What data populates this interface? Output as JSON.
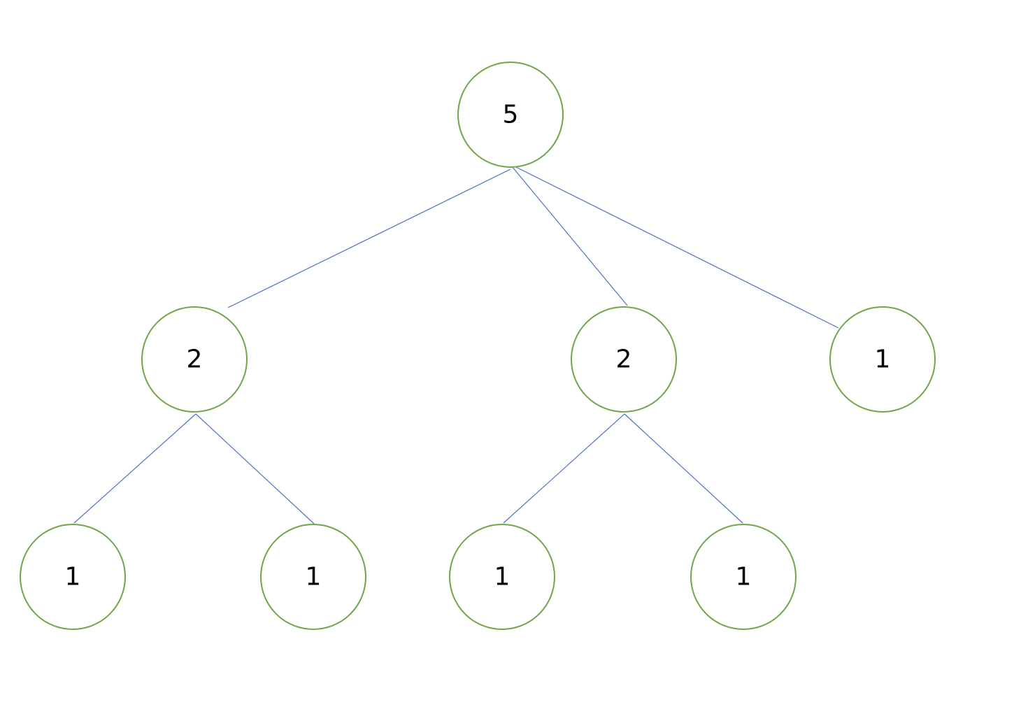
{
  "diagram": {
    "type": "tree",
    "colors": {
      "node_stroke": "#70a64a",
      "edge_stroke": "#4a74c4",
      "label": "#000000",
      "background": "#ffffff"
    },
    "nodes": [
      {
        "id": "root",
        "label": "5"
      },
      {
        "id": "left",
        "label": "2"
      },
      {
        "id": "middle",
        "label": "2"
      },
      {
        "id": "right",
        "label": "1"
      },
      {
        "id": "left-left",
        "label": "1"
      },
      {
        "id": "left-right",
        "label": "1"
      },
      {
        "id": "middle-left",
        "label": "1"
      },
      {
        "id": "middle-right",
        "label": "1"
      }
    ],
    "edges": [
      {
        "from": "root",
        "to": "left"
      },
      {
        "from": "root",
        "to": "middle"
      },
      {
        "from": "root",
        "to": "right"
      },
      {
        "from": "left",
        "to": "left-left"
      },
      {
        "from": "left",
        "to": "left-right"
      },
      {
        "from": "middle",
        "to": "middle-left"
      },
      {
        "from": "middle",
        "to": "middle-right"
      }
    ]
  }
}
